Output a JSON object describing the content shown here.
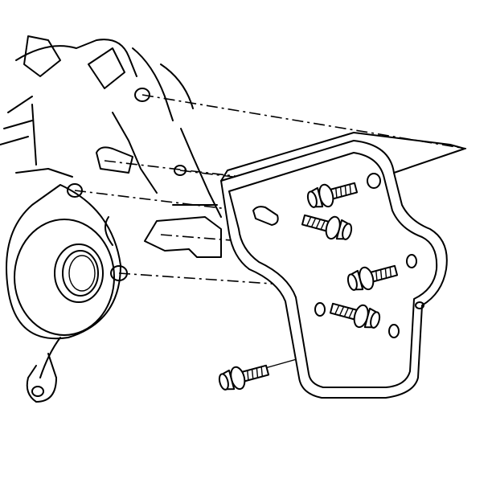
{
  "diagram": {
    "colors": {
      "line": "#000000",
      "background": "#ffffff"
    },
    "parts": [
      "engine-block",
      "rear-main-seal-housing",
      "mounting-bracket",
      "bolt",
      "bolt",
      "bolt",
      "bolt",
      "bolt"
    ]
  }
}
